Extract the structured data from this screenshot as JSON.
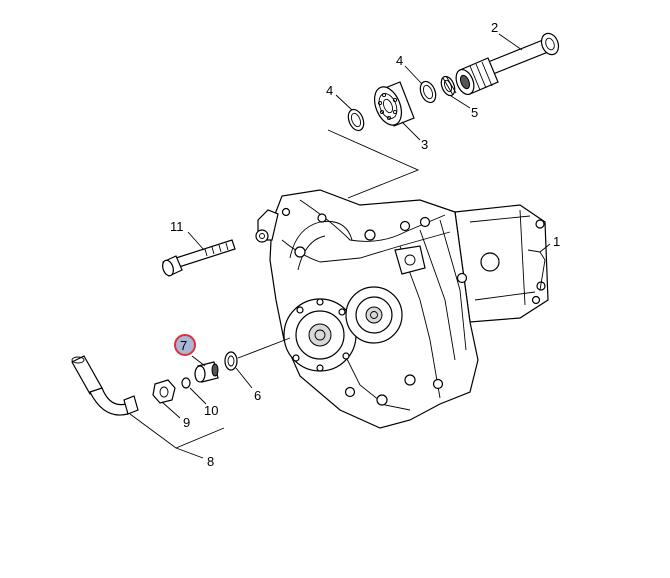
{
  "diagram": {
    "parts": {
      "p1": "1",
      "p2": "2",
      "p3": "3",
      "p4a": "4",
      "p4b": "4",
      "p5": "5",
      "p6": "6",
      "p7": "7",
      "p8": "8",
      "p9": "9",
      "p10": "10",
      "p11": "11"
    },
    "highlight": {
      "part": "7",
      "fill": "#a9b6d6",
      "stroke": "#e0303a"
    }
  }
}
